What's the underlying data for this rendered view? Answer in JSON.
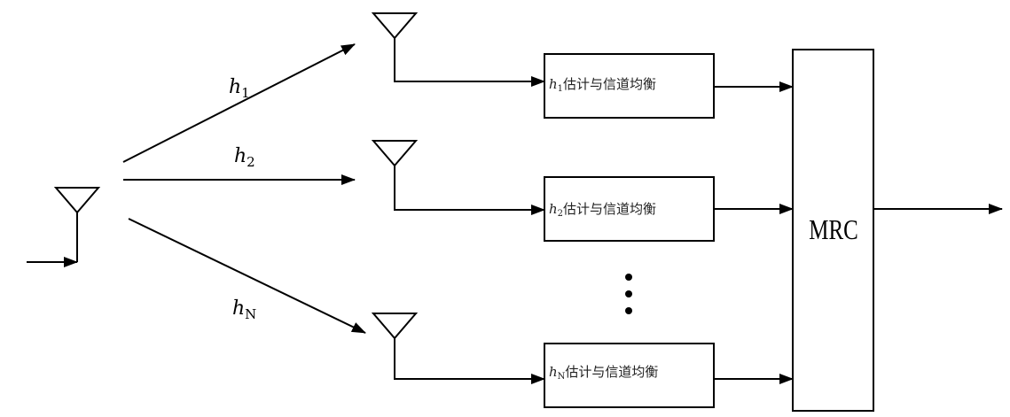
{
  "diagram": {
    "title": "",
    "transmitter": {
      "name": "transmit-antenna"
    },
    "channels": [
      {
        "symbol": "h",
        "subscript": "1",
        "block_label": "估计与信道均衡"
      },
      {
        "symbol": "h",
        "subscript": "2",
        "block_label": "估计与信道均衡"
      },
      {
        "symbol": "h",
        "subscript": "N",
        "block_label": "估计与信道均衡"
      }
    ],
    "ellipsis": "⋮",
    "combiner": {
      "label": "MRC"
    },
    "colors": {
      "stroke": "#000000",
      "background": "#ffffff"
    }
  }
}
